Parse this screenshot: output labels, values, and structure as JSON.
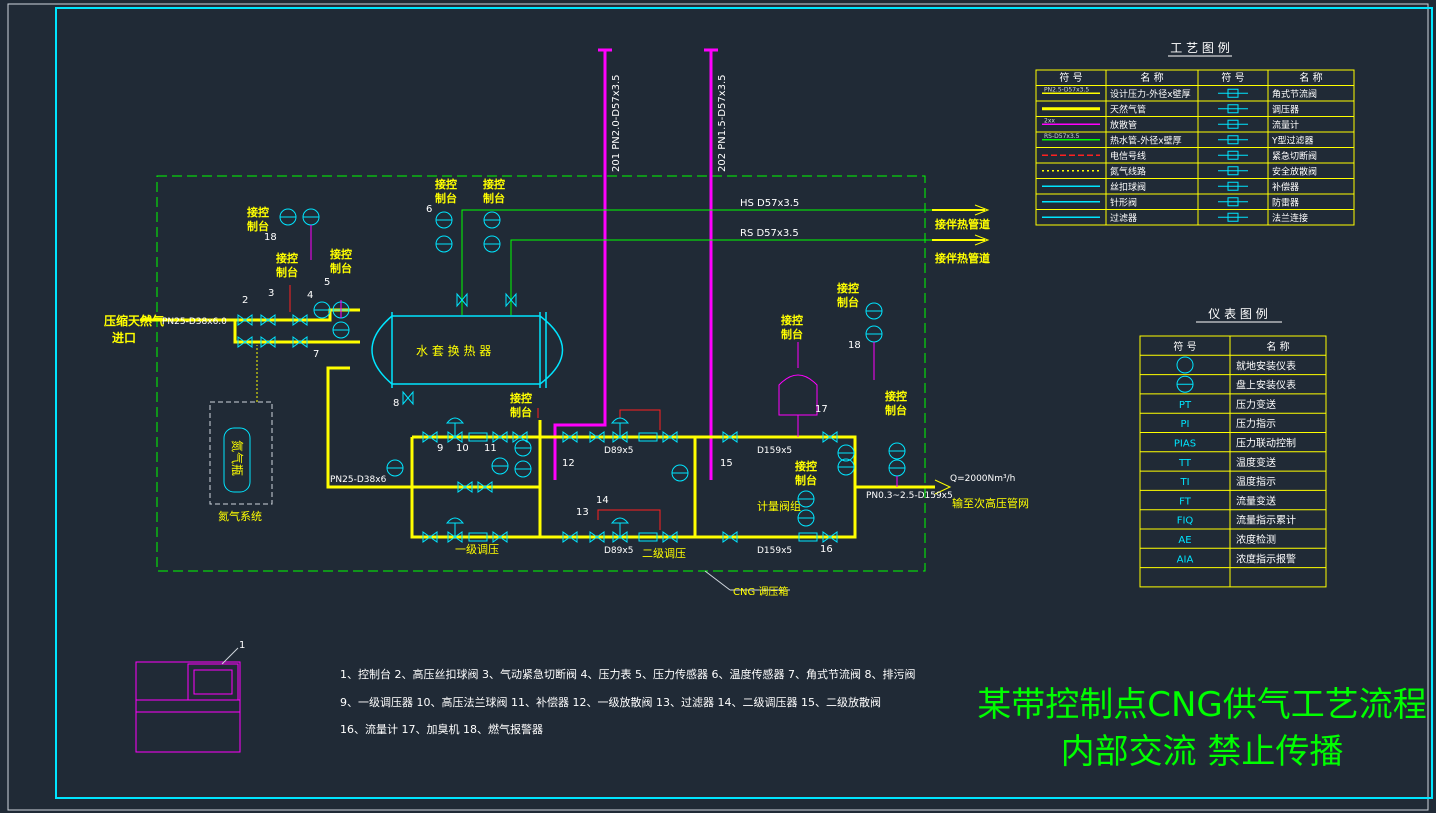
{
  "title_lines": [
    "某带控制点CNG供气工艺流程",
    "内部交流 禁止传播"
  ],
  "labels": {
    "inlet": [
      "压缩天然气",
      "进口"
    ],
    "inlet_spec": "PN25-D38x6.0",
    "heat_exchanger": "水 套 换 热 器",
    "hs_line": "HS D57x3.5",
    "rs_line": "RS D57x3.5",
    "vent1": "201 PN2.0-D57x3.5",
    "vent2": "202 PN1.5-D57x3.5",
    "to_heat_pipe": "接伴热管道",
    "bypass_spec": "PN25-D38x6",
    "nitrogen_bottle": "氮气瓶",
    "nitrogen_system": "氮气系统",
    "stage1": "一级调压",
    "stage2": "二级调压",
    "d89": "D89x5",
    "d159": "D159x5",
    "metering": "计量阀组",
    "flow": "Q=2000Nm³/h",
    "outlet_spec": "PN0.3~2.5-D159x5",
    "outlet": "输至次高压管网",
    "box_label": "CNG 调压箱",
    "control": "接控制台"
  },
  "notes": [
    "1、控制台 2、高压丝扣球阀 3、气动紧急切断阀 4、压力表 5、压力传感器 6、温度传感器 7、角式节流阀 8、排污阀",
    "9、一级调压器 10、高压法兰球阀 11、补偿器 12、一级放散阀 13、过滤器 14、二级调压器 15、二级放散阀",
    "16、流量计 17、加臭机 18、燃气报警器"
  ],
  "process_legend": {
    "title": "工 艺 图 例",
    "headers": [
      "符 号",
      "名 称",
      "符 号",
      "名 称"
    ],
    "rows": [
      [
        "PN2.5-D57x3.5",
        "设计压力-外径x壁厚",
        "",
        "角式节流阀"
      ],
      [
        "",
        "天然气管",
        "",
        "调压器"
      ],
      [
        "2xx",
        "放散管",
        "",
        "流量计"
      ],
      [
        "RS-D57x3.5",
        "热水管-外径x壁厚",
        "",
        "Y型过滤器"
      ],
      [
        "",
        "电信号线",
        "",
        "紧急切断阀"
      ],
      [
        "",
        "氮气线路",
        "",
        "安全放散阀"
      ],
      [
        "",
        "丝扣球阀",
        "",
        "补偿器"
      ],
      [
        "",
        "针形阀",
        "",
        "防雷器"
      ],
      [
        "",
        "过滤器",
        "",
        "法兰连接"
      ]
    ]
  },
  "instrument_legend": {
    "title": "仪 表 图 例",
    "headers": [
      "符 号",
      "名 称"
    ],
    "rows": [
      [
        "",
        "就地安装仪表"
      ],
      [
        "",
        "盘上安装仪表"
      ],
      [
        "PT",
        "压力变送"
      ],
      [
        "PI",
        "压力指示"
      ],
      [
        "PIAS",
        "压力联动控制"
      ],
      [
        "TT",
        "温度变送"
      ],
      [
        "TI",
        "温度指示"
      ],
      [
        "FT",
        "流量变送"
      ],
      [
        "FIQ",
        "流量指示累计"
      ],
      [
        "AE",
        "浓度检测"
      ],
      [
        "AIA",
        "浓度指示报警"
      ],
      [
        "",
        ""
      ]
    ]
  },
  "tags": [
    "1",
    "2",
    "3",
    "4",
    "5",
    "6",
    "7",
    "8",
    "9",
    "10",
    "11",
    "12",
    "13",
    "14",
    "15",
    "16",
    "17",
    "18"
  ],
  "colors": {
    "bg": "#202a36",
    "frame": "#00e5ff",
    "gas": "#ffff00",
    "water": "#00ff00",
    "vent": "#ff00ff",
    "signal": "#ff2020",
    "text": "#ffffff",
    "title": "#00ff00",
    "label": "#ffff00"
  }
}
